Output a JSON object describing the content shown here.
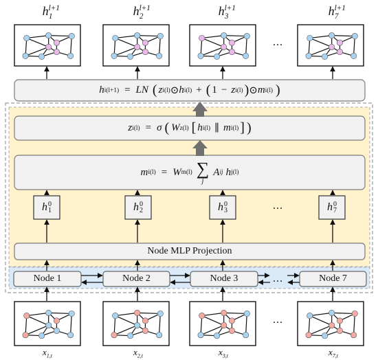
{
  "top_labels": [
    {
      "base": "h",
      "sub": "1",
      "sup": "l+1"
    },
    {
      "base": "h",
      "sub": "2",
      "sup": "l+1"
    },
    {
      "base": "h",
      "sub": "3",
      "sup": "l+1"
    },
    {
      "base": "h",
      "sub": "7",
      "sup": "l+1"
    }
  ],
  "bottom_labels": [
    {
      "base": "x",
      "sub": "1,t"
    },
    {
      "base": "x",
      "sub": "2,t"
    },
    {
      "base": "x",
      "sub": "3,t"
    },
    {
      "base": "x",
      "sub": "7,t"
    }
  ],
  "h0_boxes": [
    {
      "base": "h",
      "sup": "0",
      "sub": "1"
    },
    {
      "base": "h",
      "sup": "0",
      "sub": "2"
    },
    {
      "base": "h",
      "sup": "0",
      "sub": "3"
    },
    {
      "base": "h",
      "sup": "0",
      "sub": "7"
    }
  ],
  "nodes": [
    "Node 1",
    "Node 2",
    "Node 3",
    "Node 7"
  ],
  "mlp_label": "Node MLP Projection",
  "ellipsis": "...",
  "formula_update": {
    "lhs": "h",
    "lhs_sub": "i",
    "lhs_sup": "(l+1)",
    "eq": "=",
    "op": "LN",
    "z": "z",
    "z_sub": "i",
    "z_sup": "(l)",
    "odot": "⊙",
    "h": "h",
    "h_sub": "i",
    "h_sup": "(l)",
    "plus": "+",
    "one": "1",
    "minus": "−",
    "m": "m",
    "m_sub": "i",
    "m_sup": "(l)"
  },
  "formula_gate": {
    "lhs": "z",
    "lhs_sub": "i",
    "lhs_sup": "(l)",
    "eq": "=",
    "sigma": "σ",
    "w": "W",
    "w_sub": "z",
    "w_sup": "(l)",
    "h": "h",
    "h_sub": "i",
    "h_sup": "(l)",
    "concat": "∥",
    "m": "m",
    "m_sub": "i",
    "m_sup": "(l)"
  },
  "formula_message": {
    "lhs": "m",
    "lhs_sub": "i",
    "lhs_sup": "(l)",
    "eq": "=",
    "w": "W",
    "w_sub": "m",
    "w_sup": "(l)",
    "sum": "∑",
    "sum_sub": "j",
    "a": "A",
    "a_sub": "ij",
    "h": "h",
    "h_sub": "j",
    "h_sup": "(l)"
  },
  "colors": {
    "node_blue": "#a9d3f0",
    "node_pink": "#e7b8e8",
    "node_red": "#f3aaa2",
    "panel_yellow": "#fff2cc",
    "panel_blue": "#dbeaf8",
    "box_fill": "#f1f1f1",
    "arrow_gray": "#707070"
  }
}
